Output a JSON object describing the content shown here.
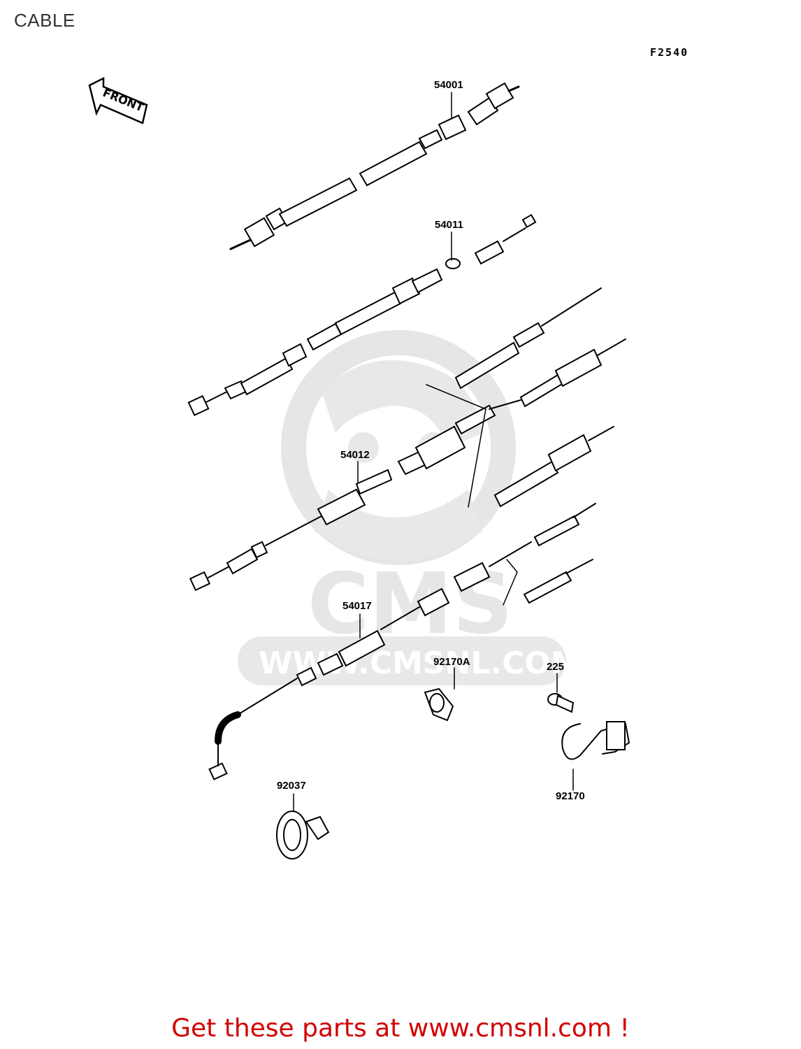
{
  "title": "CABLE",
  "figure_code": "F2540",
  "front_label": "FRONT",
  "parts": {
    "p54001": "54001",
    "p54011": "54011",
    "p54012": "54012",
    "p54017": "54017",
    "p92170A": "92170A",
    "p225": "225",
    "p92037": "92037",
    "p92170": "92170"
  },
  "watermark": {
    "brand": "CMS",
    "url": "WWW.CMSNL.COM"
  },
  "promo_text": "Get these parts at www.cmsnl.com !",
  "colors": {
    "promo": "#d20000",
    "watermark": "#e6e6e6",
    "line": "#000000"
  }
}
